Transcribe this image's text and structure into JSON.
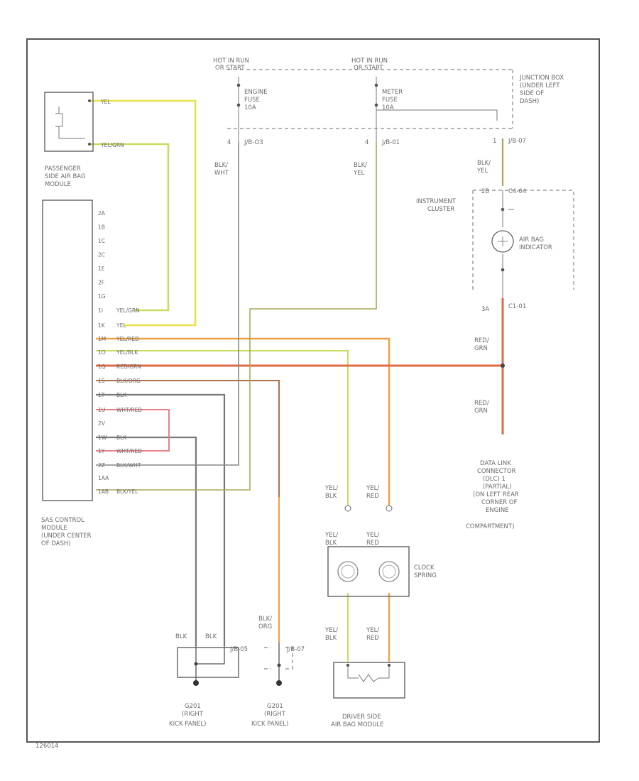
{
  "figure_id": "126014",
  "power": {
    "left": {
      "line1": "HOT IN RUN",
      "line2": "OR START",
      "fuse": [
        "ENGINE",
        "FUSE",
        "10A"
      ],
      "pin": "4",
      "conn": "J/B-O3",
      "wire": [
        "BLK/",
        "WHT"
      ]
    },
    "right": {
      "line1": "HOT IN RUN",
      "line2": "OR START",
      "fuse": [
        "METER",
        "FUSE",
        "10A"
      ],
      "pin": "4",
      "conn": "J/B-01",
      "wire": [
        "BLK/",
        "YEL"
      ]
    }
  },
  "junction_box": [
    "JUNCTION BOX",
    "(UNDER LEFT",
    "SIDE OF",
    "DASH)"
  ],
  "jb07": {
    "pin": "1",
    "conn": "J/B-07",
    "wire": [
      "BLK/",
      "YEL"
    ]
  },
  "passenger_module": {
    "label": [
      "PASSENGER",
      "SIDE AIR BAG",
      "MODULE"
    ],
    "wires": [
      "YEL",
      "YEL/GRN"
    ]
  },
  "instrument_cluster": {
    "label": [
      "INSTRUMENT",
      "CLUSTER"
    ],
    "pin": "2B",
    "conn": "C4-04",
    "indicator": [
      "AIR BAG",
      "INDICATOR"
    ]
  },
  "cluster_out": {
    "pin": "3A",
    "conn": "C1-01"
  },
  "red_grn": [
    "RED/",
    "GRN"
  ],
  "sas_pins_top": [
    "2A",
    "1B",
    "1C",
    "2C",
    "1E",
    "2F",
    "1G"
  ],
  "sas_rows": [
    {
      "pin": "1I",
      "wire": "YEL/GRN"
    },
    {
      "pin": "1K",
      "wire": "YEL"
    },
    {
      "pin": "1M",
      "wire": "YEL/RED"
    },
    {
      "pin": "1O",
      "wire": "YEL/BLK"
    },
    {
      "pin": "1Q",
      "wire": "RED/GRN"
    },
    {
      "pin": "1S",
      "wire": "BLK/ORG"
    },
    {
      "pin": "1T",
      "wire": "BLK"
    },
    {
      "pin": "1U",
      "wire": "WHT/RED"
    },
    {
      "pin": "2V",
      "wire": ""
    },
    {
      "pin": "1W",
      "wire": "BLK"
    },
    {
      "pin": "1Y",
      "wire": "WHT/RED"
    },
    {
      "pin": "2Z",
      "wire": "BLK/WHT"
    },
    {
      "pin": "1AA",
      "wire": ""
    },
    {
      "pin": "1AB",
      "wire": "BLK/YEL"
    }
  ],
  "sas_label": [
    "SAS CONTROL",
    "MODULE",
    "(UNDER CENTER",
    "OF DASH)"
  ],
  "dlc": [
    "DATA LINK",
    "CONNECTOR",
    "(DLC) 1",
    "(PARTIAL)",
    "(ON LEFT REAR",
    "CORNER OF",
    "ENGINE",
    "COMPARTMENT)"
  ],
  "clock_spring": {
    "label": [
      "CLOCK",
      "SPRING"
    ],
    "top_left": [
      "YEL/",
      "BLK"
    ],
    "top_right": [
      "YEL/",
      "RED"
    ],
    "mid_left": [
      "YEL/",
      "BLK"
    ],
    "mid_right": [
      "YEL/",
      "RED"
    ]
  },
  "driver_module": {
    "label": [
      "DRIVER SIDE",
      "AIR BAG MODULE"
    ],
    "wire_left": [
      "YEL/",
      "BLK"
    ],
    "wire_right": [
      "YEL/",
      "RED"
    ]
  },
  "ground1": {
    "wires": [
      "BLK",
      "BLK"
    ],
    "conn": "J/B-05",
    "label": [
      "G201",
      "(RIGHT",
      "KICK PANEL)"
    ]
  },
  "ground2": {
    "wire": [
      "BLK/",
      "ORG"
    ],
    "conn": "J/B-07",
    "label": [
      "G201",
      "(RIGHT",
      "KICK PANEL)"
    ]
  },
  "colors": {
    "yellow": "#e8e34a",
    "yellow_green": "#c8dc60",
    "orange": "#f0a040",
    "red_green": "#e06a48",
    "brown": "#b0704a",
    "gray": "#787878",
    "pink": "#e8707a",
    "olive": "#a8a858"
  }
}
